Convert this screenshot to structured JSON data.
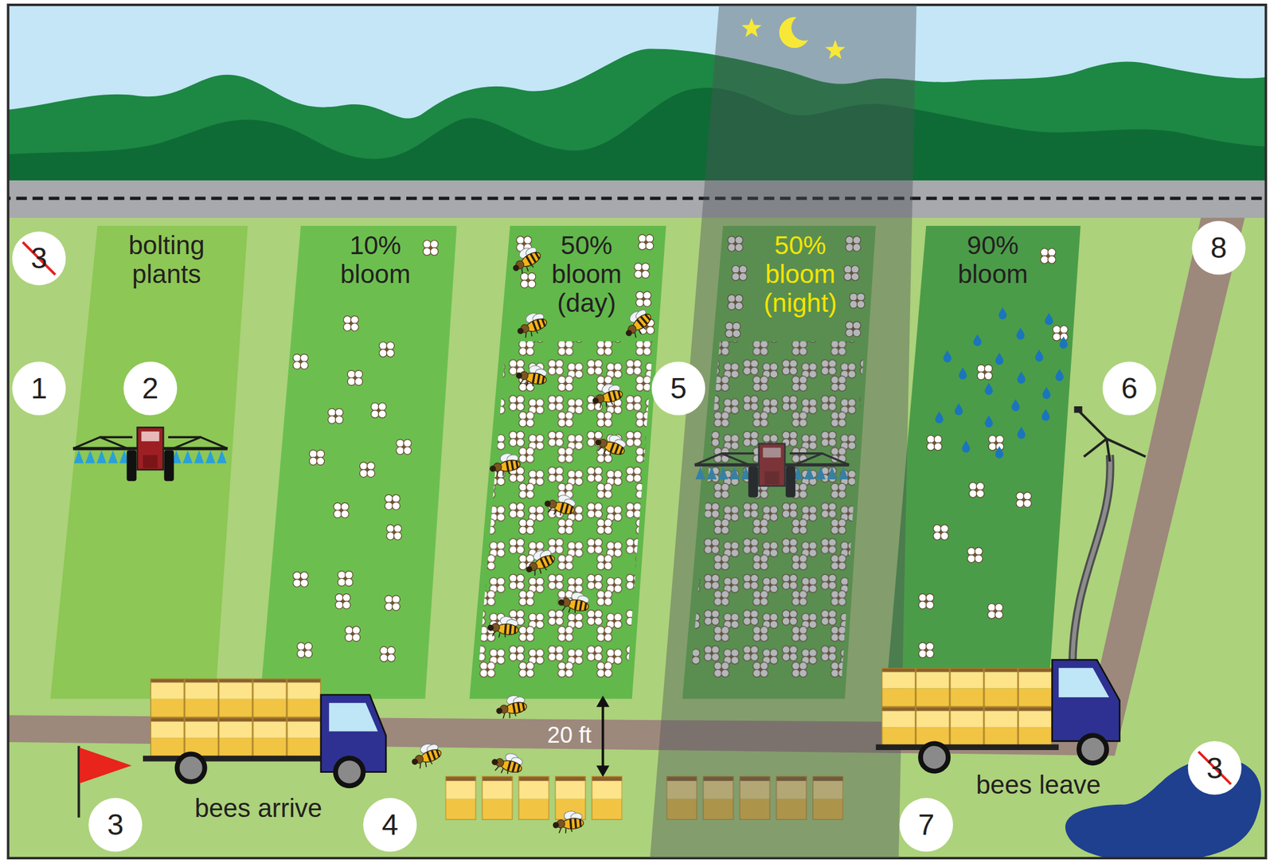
{
  "diagram": {
    "nodes": [
      {
        "text": [
          "bolting plants"
        ]
      },
      {
        "text": [
          "10% bloom"
        ]
      },
      {
        "text": [
          "50% bloom (day)"
        ]
      },
      {
        "text": [
          "50% bloom (night)"
        ]
      },
      {
        "text": [
          "90% bloom"
        ]
      }
    ],
    "labels": [
      "3",
      "8",
      "1",
      "2",
      "5",
      "6",
      "20 ft",
      "3",
      "bees arrive",
      "bees leave",
      "3",
      "4",
      "7"
    ]
  }
}
